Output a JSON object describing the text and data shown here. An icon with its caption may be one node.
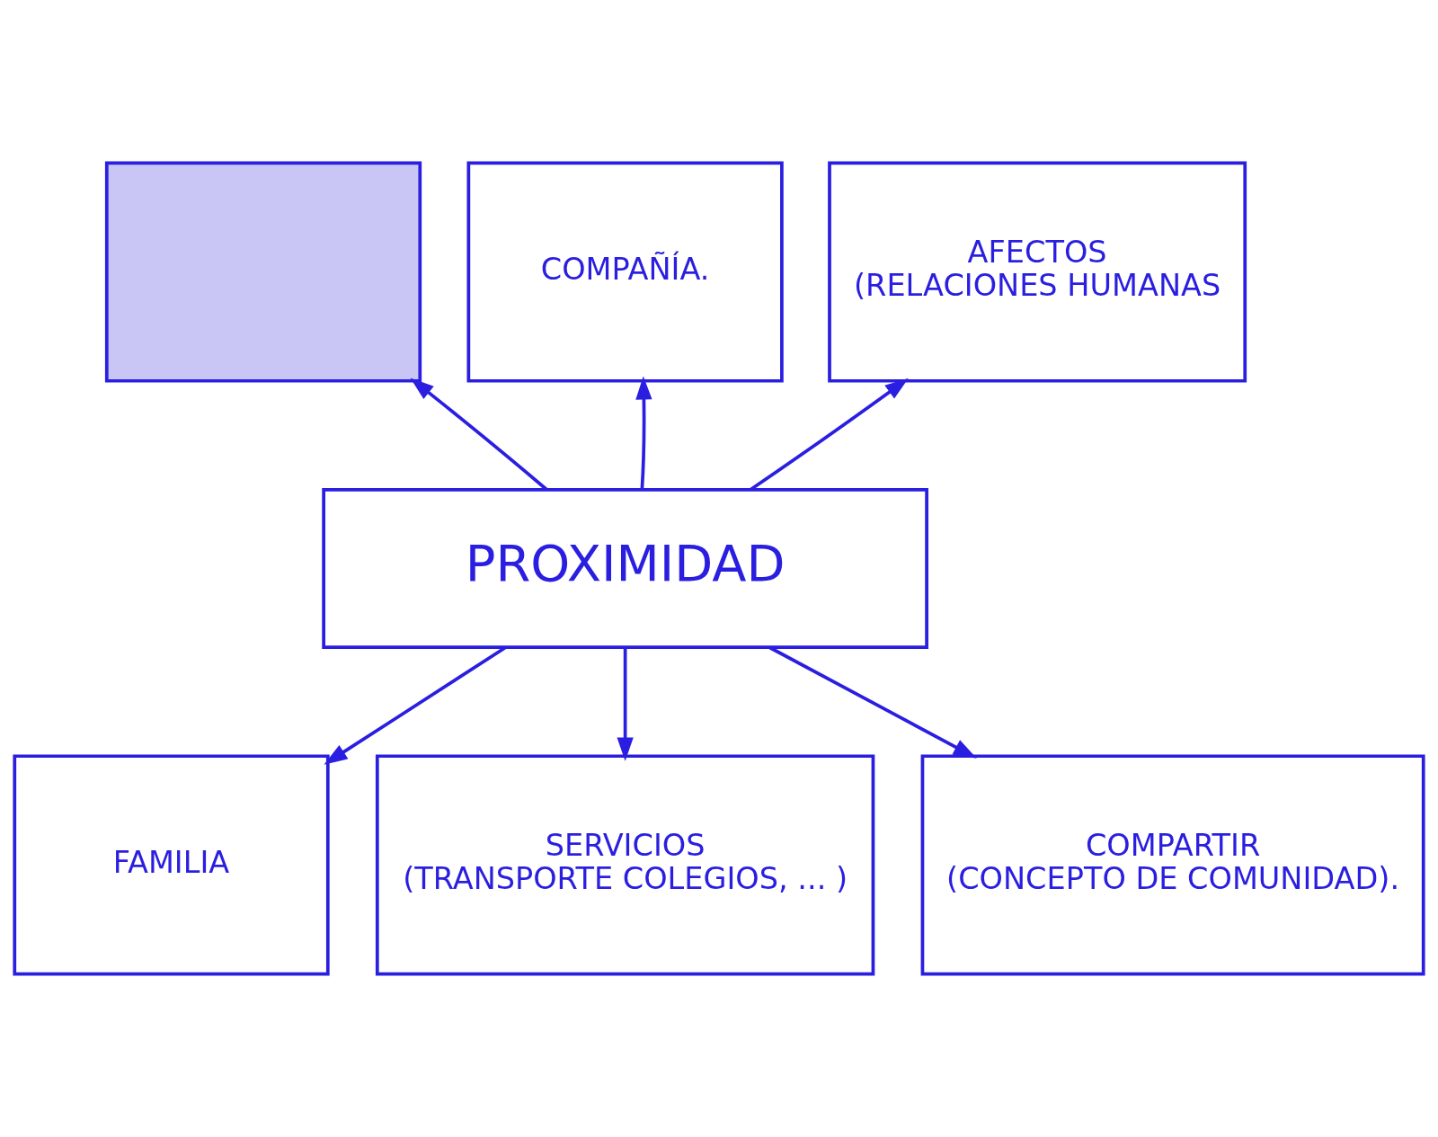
{
  "diagram": {
    "nodes": [
      {
        "text": [],
        "shape": "box"
      },
      {
        "text": [
          "COMPAÑÍA."
        ]
      },
      {
        "text": [
          "AFECTOS",
          "(RELACIONES HUMANAS"
        ]
      },
      {
        "text": [
          "PROXIMIDAD"
        ]
      },
      {
        "text": [
          "FAMILIA"
        ]
      },
      {
        "text": [
          "SERVICIOS",
          "(TRANSPORTE COLEGIOS, ... )"
        ]
      },
      {
        "text": [
          "COMPARTIR",
          "(CONCEPTO DE COMUNIDAD)."
        ]
      }
    ],
    "edges": [
      {
        "from": 3,
        "to": 0,
        "arrow": "to"
      },
      {
        "from": 3,
        "to": 1,
        "arrow": "to"
      },
      {
        "from": 3,
        "to": 2,
        "arrow": "to"
      },
      {
        "from": 3,
        "to": 4,
        "arrow": "to"
      },
      {
        "from": 3,
        "to": 5,
        "arrow": "to"
      },
      {
        "from": 3,
        "to": 6,
        "arrow": "to"
      }
    ]
  }
}
